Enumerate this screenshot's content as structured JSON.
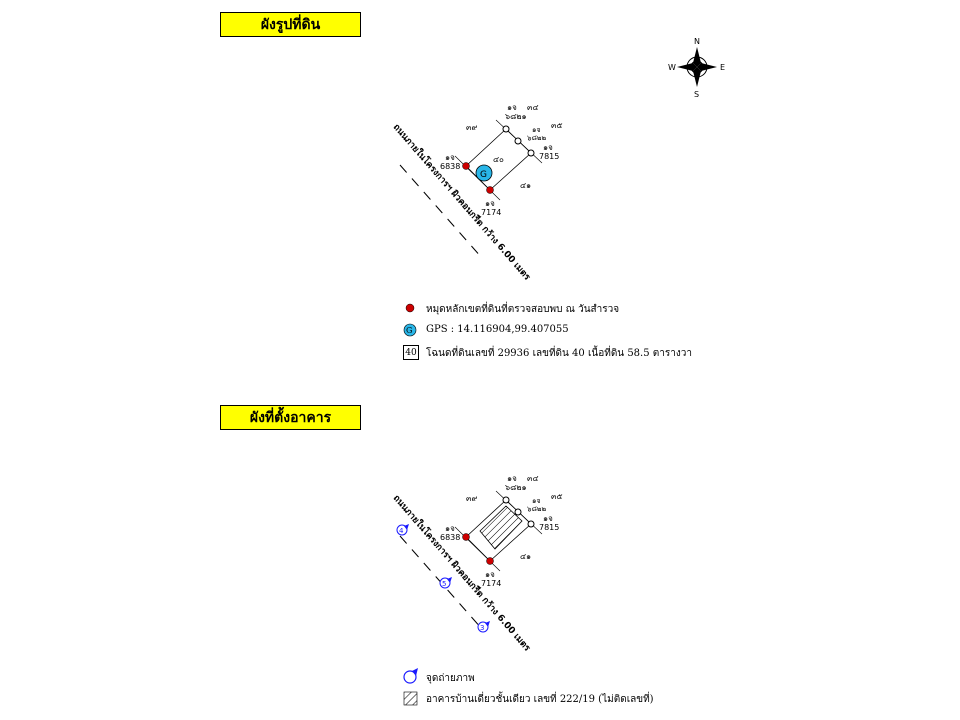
{
  "section1": {
    "title": "ผังรูปที่ดิน"
  },
  "section2": {
    "title": "ผังที่ตั้งอาคาร"
  },
  "compass": {
    "n": "N",
    "s": "S",
    "e": "E",
    "w": "W"
  },
  "plan": {
    "road": "ถนนภายในโครงการฯ ผิวคอนกรีต กว้าง 6.00 เมตร",
    "parcel": "๔๐",
    "p39": "๓๙",
    "p34": "๓๔",
    "p35": "๓๕",
    "p41": "๔๑",
    "m1": "๑จ",
    "m1n": "๖๘๒๑",
    "m2": "๑จ",
    "m2n": "6838",
    "m3": "๑จ",
    "m3n": "7174",
    "m4": "๑จ",
    "m4n": "7815",
    "m5": "๑จ",
    "m5n": "๖๘๒๒",
    "gps_mark": "G"
  },
  "legend1": {
    "marker": "หมุดหลักเขตที่ดินที่ตรวจสอบพบ ณ วันสำรวจ",
    "gps": "GPS : 14.116904,99.407055",
    "deed_box": "40",
    "deed": "โฉนดที่ดินเลขที่ 29936 เลขที่ดิน 40 เนื้อที่ดิน 58.5 ตารางวา"
  },
  "photos": [
    "4",
    "5",
    "3"
  ],
  "legend2": {
    "photo": "จุดถ่ายภาพ",
    "building": "อาคารบ้านเดี่ยวชั้นเดียว เลขที่ 222/19 (ไม่ติดเลขที่)"
  }
}
